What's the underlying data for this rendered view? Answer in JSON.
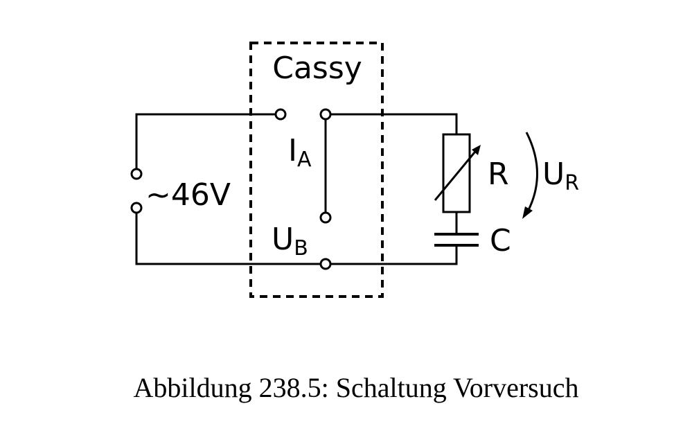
{
  "diagram": {
    "box_label": "Cassy",
    "source_label": "~46V",
    "current_input": {
      "main": "I",
      "sub": "A"
    },
    "voltage_input": {
      "main": "U",
      "sub": "B"
    },
    "resistor_label": "R",
    "capacitor_label": "C",
    "resistor_voltage": {
      "main": "U",
      "sub": "R"
    }
  },
  "caption": "Abbildung 238.5: Schaltung Vorversuch"
}
